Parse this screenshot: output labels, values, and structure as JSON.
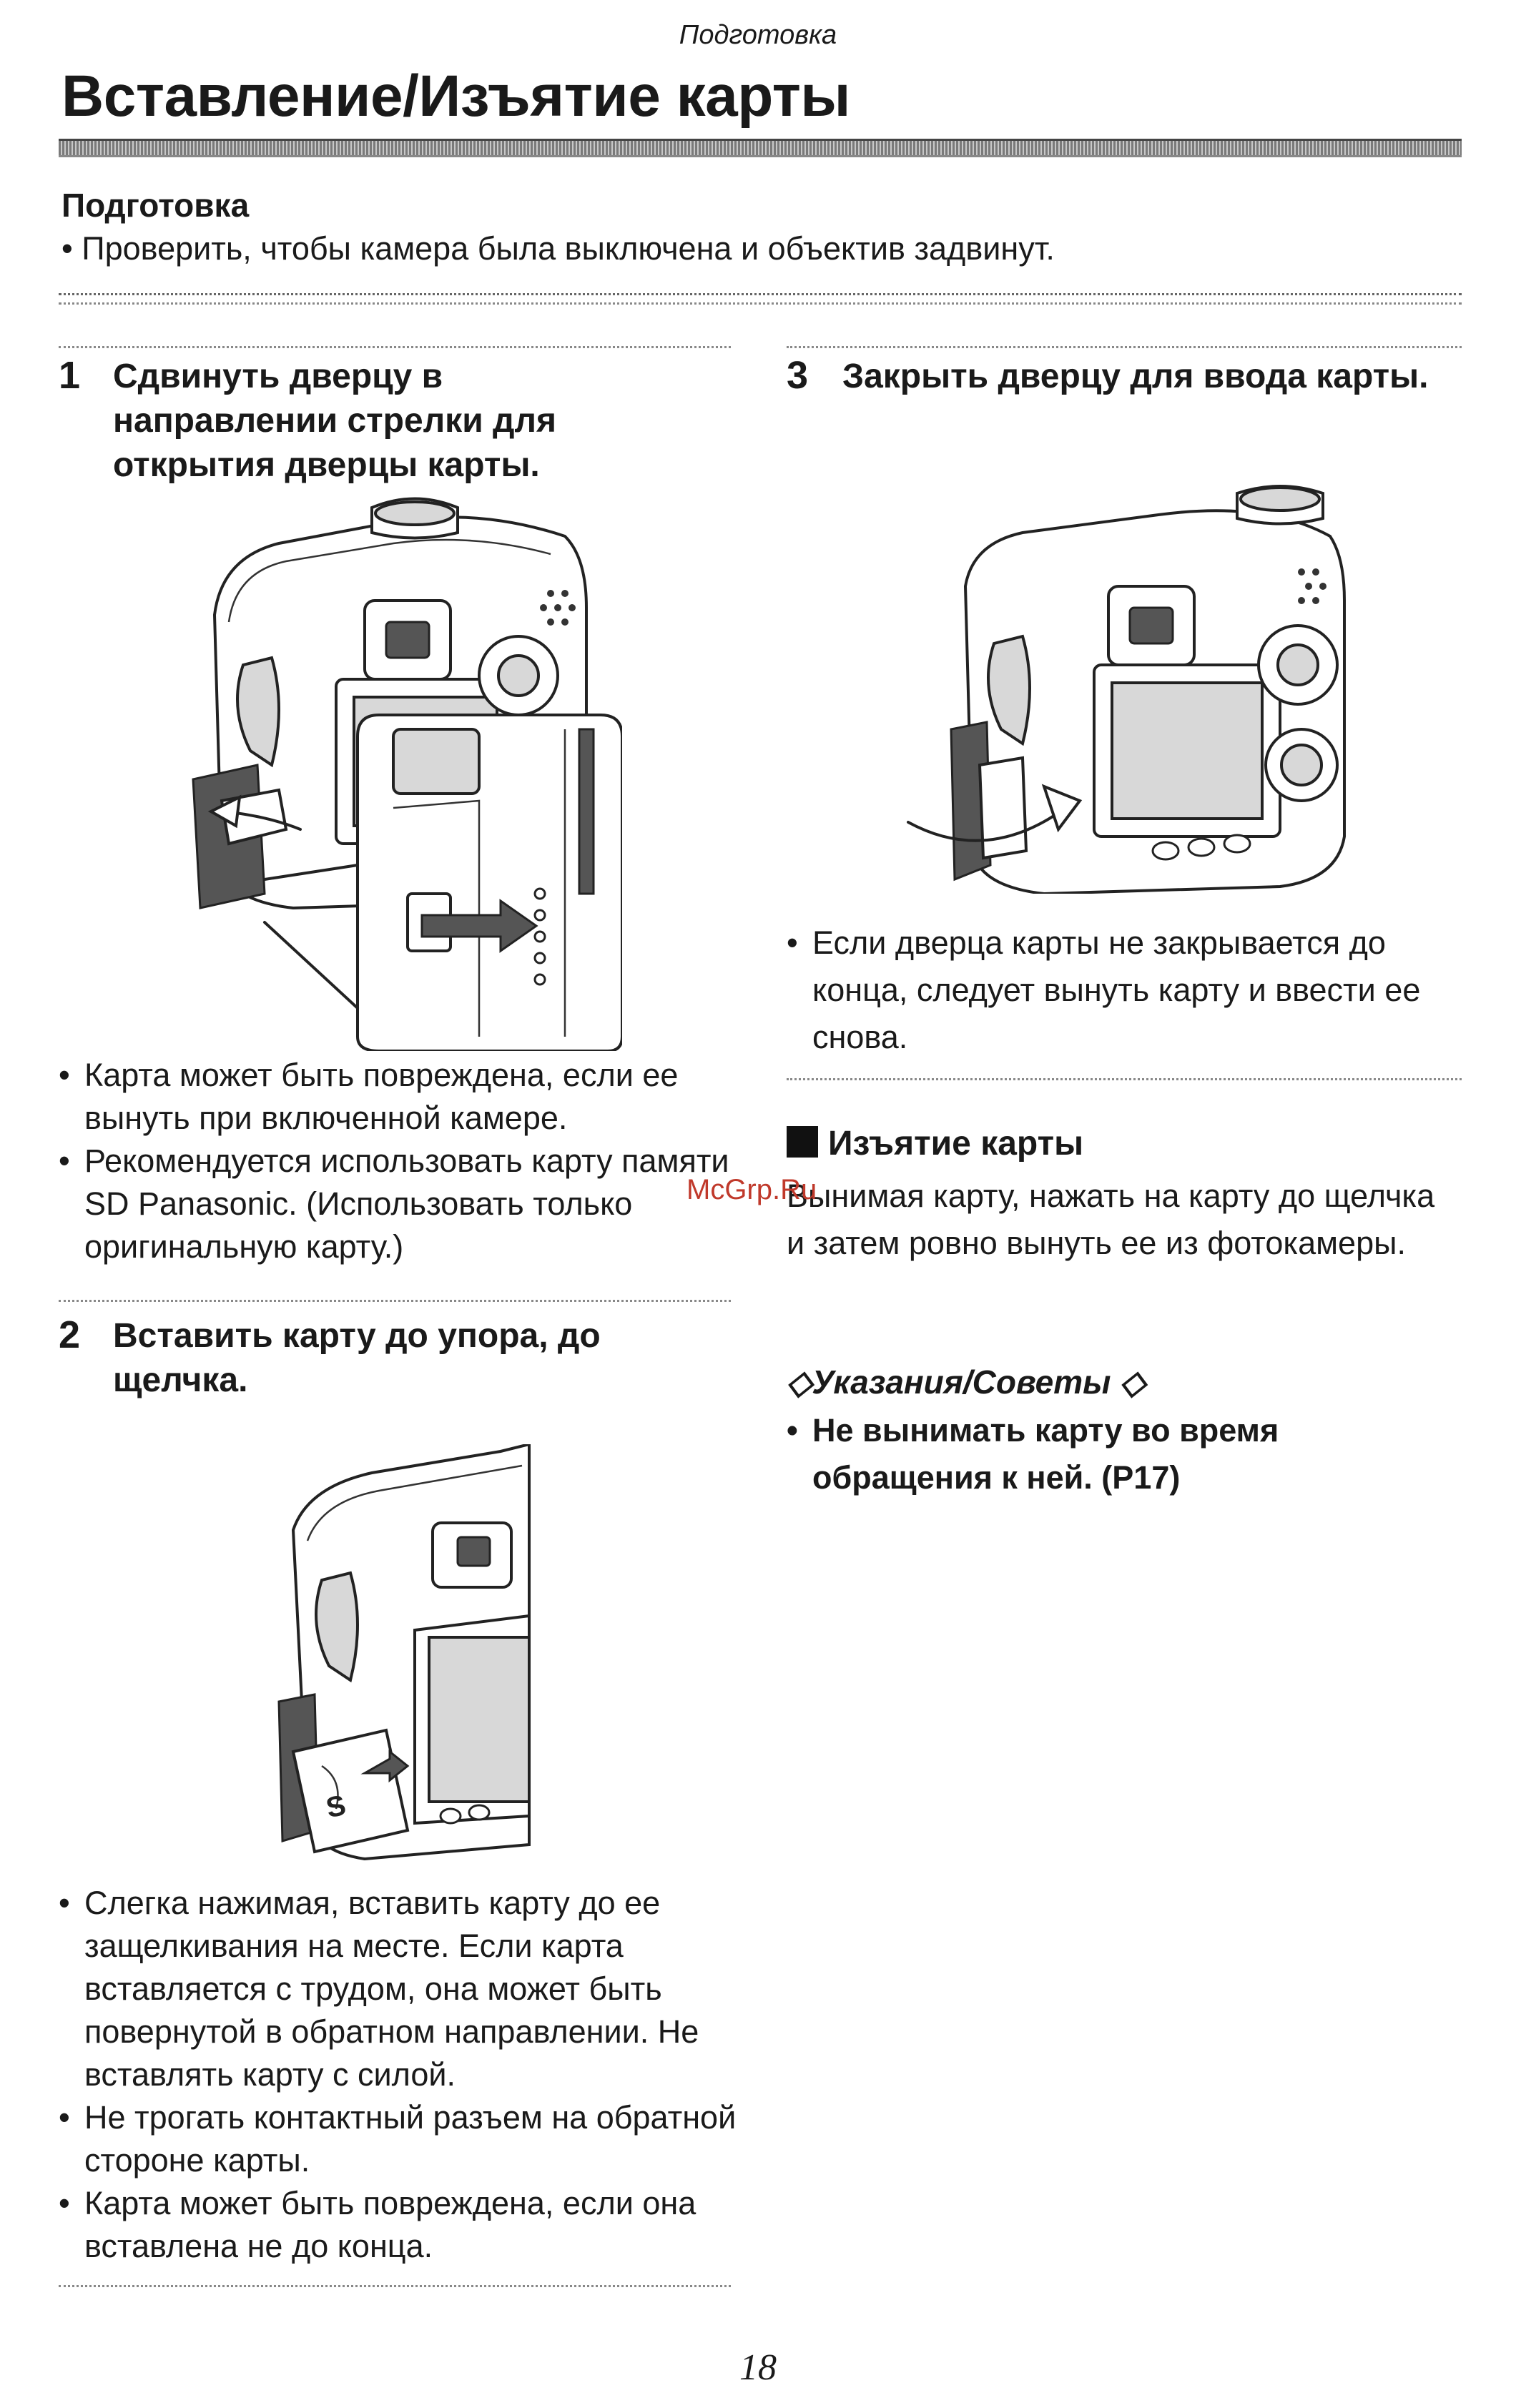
{
  "header": {
    "section": "Подготовка"
  },
  "title": "Вставление/Изъятие карты",
  "preparation": {
    "heading": "Подготовка",
    "bullet": "Проверить, чтобы камера была выключена и объектив задвинут."
  },
  "step1": {
    "number": "1",
    "text": "Сдвинуть дверцу в направлении стрелки для открытия дверцы карты.",
    "notes": [
      "Карта может быть повреждена, если ее вынуть при включенной камере.",
      "Рекомендуется использовать карту памяти SD Panasonic. (Использовать только оригинальную карту.)"
    ]
  },
  "step2": {
    "number": "2",
    "text": "Вставить карту до упора, до щелчка.",
    "notes": [
      "Слегка нажимая, вставить карту до ее защелкивания на месте. Если карта вставляется с трудом, она может быть повернутой в обратном направлении. Не вставлять карту с силой.",
      "Не трогать контактный разъем на обратной стороне карты.",
      "Карта может быть повреждена, если она вставлена не до конца."
    ]
  },
  "step3": {
    "number": "3",
    "text": "Закрыть дверцу для ввода карты.",
    "notes": [
      "Если дверца карты не закрывается до конца, следует вынуть карту и ввести ее снова."
    ]
  },
  "removal": {
    "heading": "Изъятие карты",
    "text": "Вынимая карту, нажать на карту до щелчка и затем ровно вынуть ее из фотокамеры."
  },
  "tips": {
    "heading": "◇Указания/Советы ◇",
    "items": [
      "Не вынимать карту во время обращения к ней. (P17)"
    ]
  },
  "watermark": "McGrp.Ru",
  "page_number": "18"
}
